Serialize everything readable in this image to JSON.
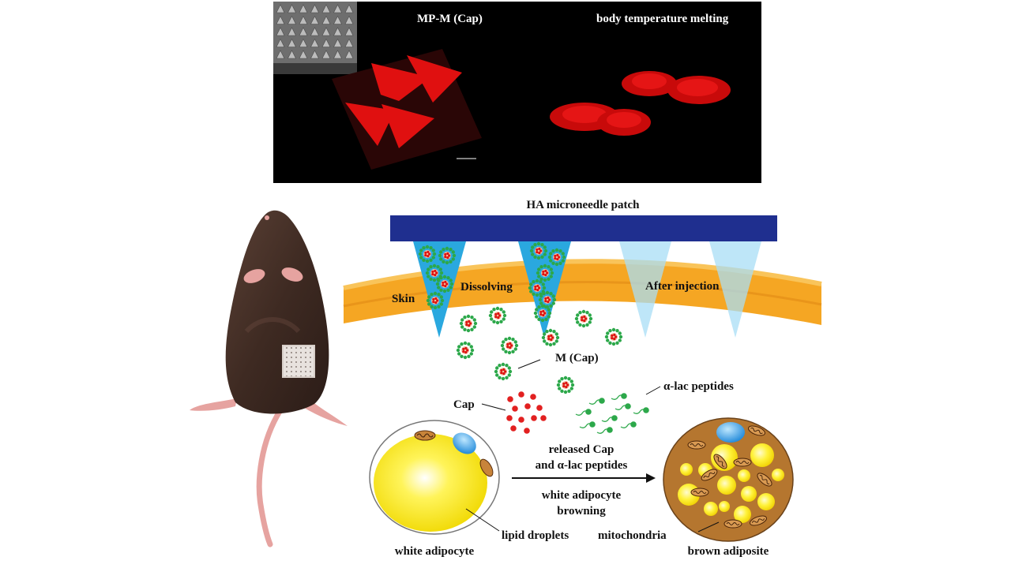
{
  "micrograph": {
    "left_title": "MP-M (Cap)",
    "right_title": "body temperature melting"
  },
  "labels": {
    "patch": "HA microneedle patch",
    "skin": "Skin",
    "dissolving": "Dissolving",
    "after_injection": "After injection",
    "m_cap": "M (Cap)",
    "cap": "Cap",
    "alac": "α-lac peptides",
    "released_line1": "released Cap",
    "released_line2": "and α-lac peptides",
    "browning_line1": "white adipocyte",
    "browning_line2": "browning",
    "lipid": "lipid droplets",
    "mito": "mitochondria",
    "white_cell": "white adipocyte",
    "brown_cell": "brown adiposite"
  },
  "colors": {
    "patch": "#1f2f8f",
    "skin": "#f5a623",
    "needle": "#2aa8df",
    "lipid": "#f5e600",
    "brown": "#b5762f",
    "fluorescence": "#e01010"
  }
}
